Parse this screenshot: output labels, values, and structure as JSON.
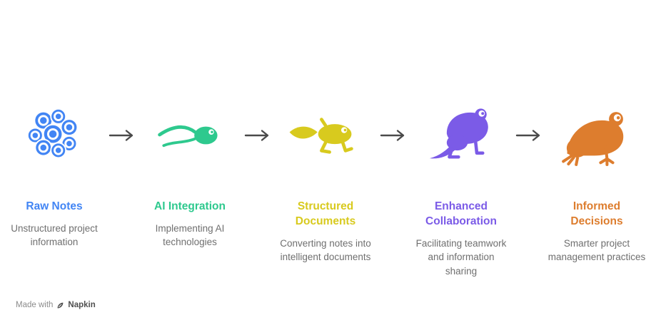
{
  "stages": [
    {
      "title": "Raw Notes",
      "description": "Unstructured project information",
      "color": "#4285F4",
      "icon": "frog-eggs-icon"
    },
    {
      "title": "AI Integration",
      "description": "Implementing AI technologies",
      "color": "#2EC98E",
      "icon": "tadpole-icon"
    },
    {
      "title": "Structured Documents",
      "description": "Converting notes into intelligent documents",
      "color": "#D8CA1E",
      "icon": "tadpole-with-legs-icon"
    },
    {
      "title": "Enhanced Collaboration",
      "description": "Facilitating teamwork and information sharing",
      "color": "#7B5BE7",
      "icon": "young-frog-icon"
    },
    {
      "title": "Informed Decisions",
      "description": "Smarter project management practices",
      "color": "#DD7D2E",
      "icon": "adult-frog-icon"
    }
  ],
  "arrows": {
    "color": "#4A4A4A"
  },
  "footer": {
    "made_with": "Made with",
    "brand": "Napkin"
  }
}
